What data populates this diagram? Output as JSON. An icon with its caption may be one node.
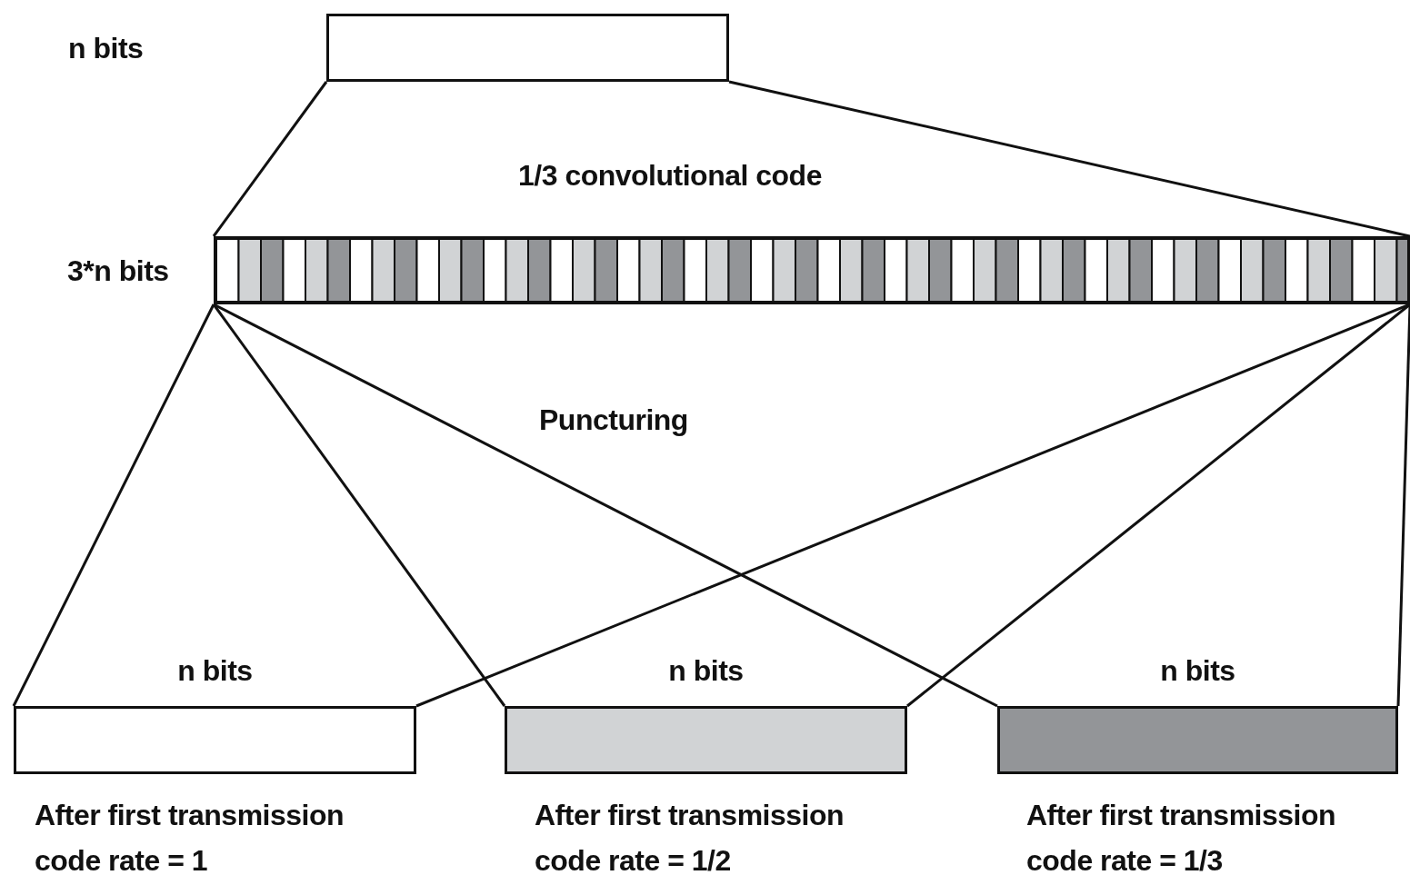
{
  "diagram": {
    "nodes": [
      {
        "text": [],
        "shape": "box"
      },
      {
        "text": [],
        "shape": "bar",
        "beside": [
          "3*n bits"
        ]
      },
      {
        "text": [],
        "shape": "box",
        "beside": [
          "n bits",
          "After first transmission code rate = 1"
        ]
      },
      {
        "text": [],
        "shape": "box",
        "beside": [
          "n bits",
          "After first transmission code rate = 1/2"
        ]
      },
      {
        "text": [],
        "shape": "box",
        "beside": [
          "n bits",
          "After first transmission code rate = 1/3"
        ]
      }
    ],
    "edges": [
      {
        "from": 0,
        "to": 1,
        "arrow": "none"
      },
      {
        "from": 0,
        "to": 1,
        "arrow": "none"
      },
      {
        "from": 1,
        "to": 2,
        "arrow": "none"
      },
      {
        "from": 1,
        "to": 2,
        "arrow": "none"
      },
      {
        "from": 1,
        "to": 3,
        "arrow": "none"
      },
      {
        "from": 1,
        "to": 3,
        "arrow": "none"
      },
      {
        "from": 1,
        "to": 4,
        "arrow": "none"
      },
      {
        "from": 1,
        "to": 4,
        "arrow": "none"
      }
    ],
    "labels": [
      "n bits",
      "1/3 convolutional code",
      "Puncturing"
    ]
  }
}
